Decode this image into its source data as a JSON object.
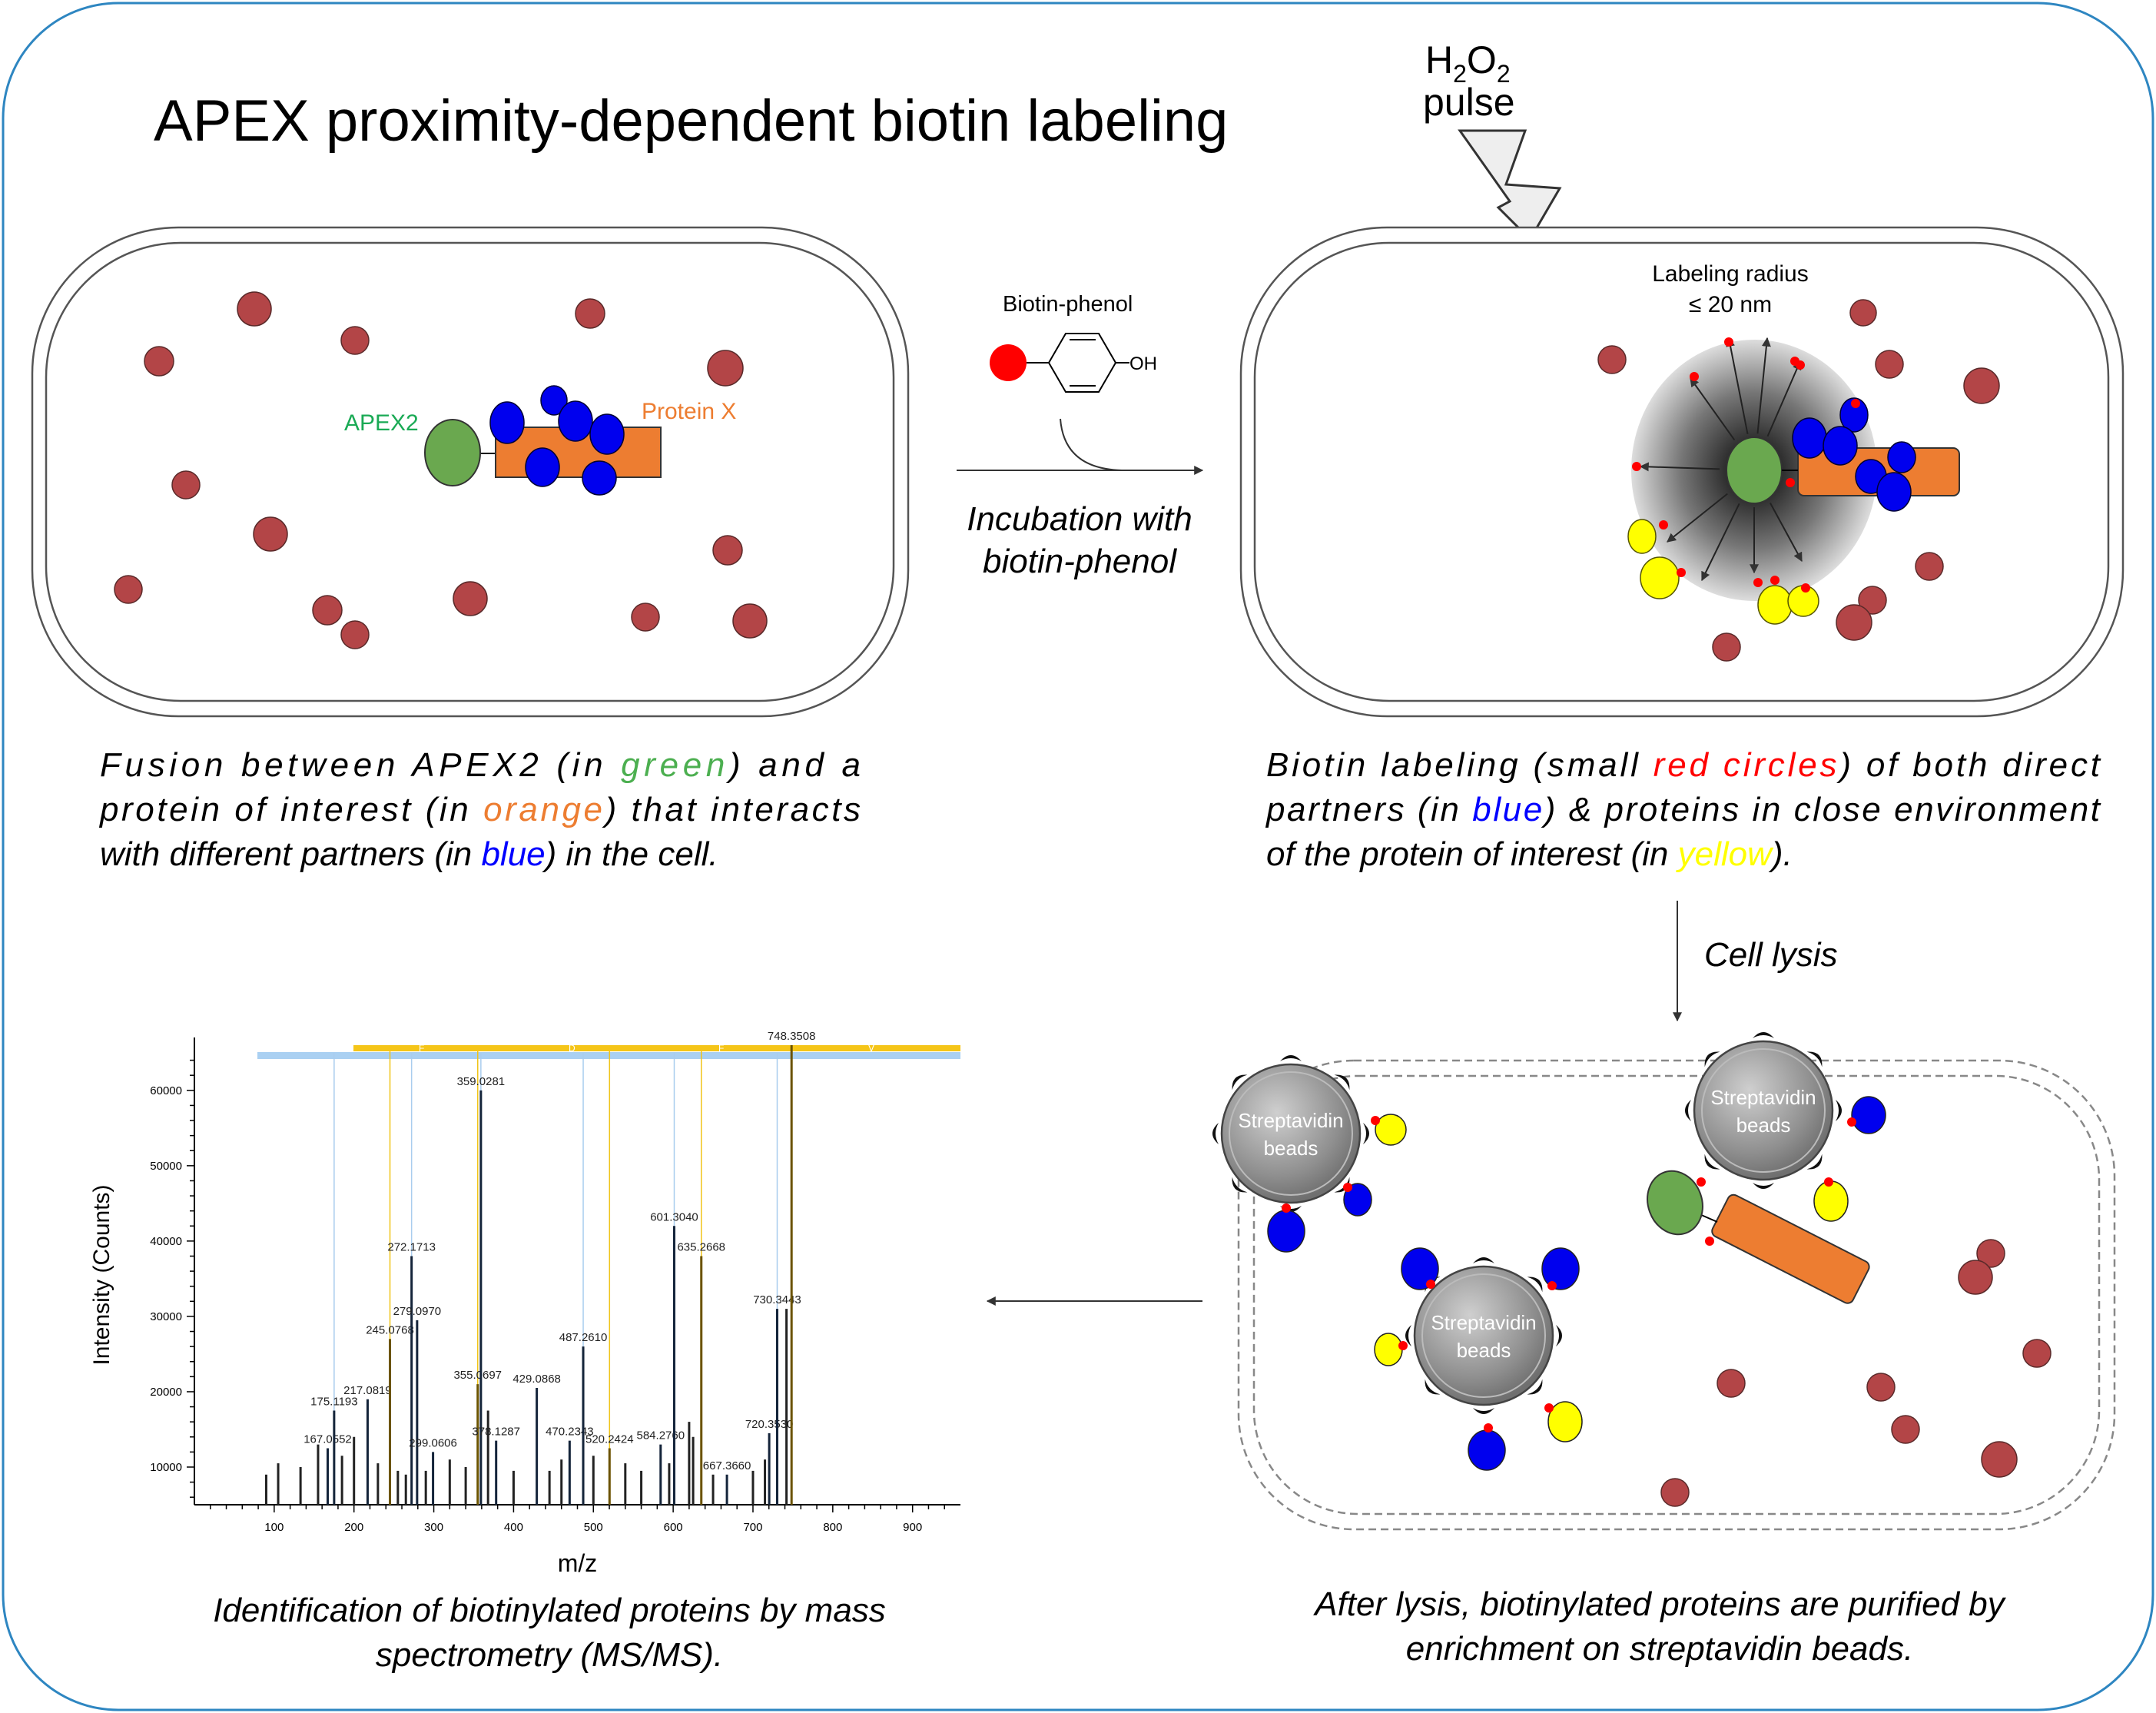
{
  "title": "APEX proximity-dependent biotin labeling",
  "h2o2": {
    "h": "H",
    "sub2a": "2",
    "o": "O",
    "sub2b": "2",
    "pulse": "pulse"
  },
  "panel1": {
    "apex_label": "APEX2",
    "protein_label": "Protein X",
    "caption": [
      [
        {
          "t": "Fusion between APEX2 (in "
        },
        {
          "t": "green",
          "c": "green"
        },
        {
          "t": ") and a"
        }
      ],
      [
        {
          "t": "protein of interest (in "
        },
        {
          "t": "orange",
          "c": "orange"
        },
        {
          "t": ") that interacts"
        }
      ],
      [
        {
          "t": "with different partners (in "
        },
        {
          "t": "blue",
          "c": "blue"
        },
        {
          "t": ") in the cell."
        }
      ]
    ]
  },
  "step_incubation": {
    "reagent": "Biotin-phenol",
    "oh": "OH",
    "line1": "Incubation with",
    "line2": "biotin-phenol"
  },
  "panel2": {
    "radius_line1": "Labeling radius",
    "radius_line2": "≤ 20 nm",
    "caption": [
      [
        {
          "t": "Biotin labeling (small "
        },
        {
          "t": "red circles",
          "c": "red"
        },
        {
          "t": ") of both direct"
        }
      ],
      [
        {
          "t": "partners (in "
        },
        {
          "t": "blue",
          "c": "blue"
        },
        {
          "t": ") & proteins in close environment"
        }
      ],
      [
        {
          "t": "of the protein of interest (in "
        },
        {
          "t": "yellow",
          "c": "yellow"
        },
        {
          "t": ")."
        }
      ]
    ]
  },
  "step_lysis": "Cell lysis",
  "panel3": {
    "bead_line1": "Streptavidin",
    "bead_line2": "beads",
    "caption_line1": "After lysis, biotinylated proteins are purified by",
    "caption_line2": "enrichment on streptavidin beads."
  },
  "panel4": {
    "caption_line1": "Identification of biotinylated proteins by mass",
    "caption_line2": "spectrometry (MS/MS)."
  },
  "colors": {
    "green": "#6aa84f",
    "orange": "#ed7d31",
    "blue": "#0000ee",
    "yellow": "#ffff00",
    "red": "#ff0000",
    "brown": "#b34547",
    "bead": "#9a9a9a",
    "frame": "#2e86c1",
    "caption_green": "#4caf50",
    "caption_orange": "#ed7d31",
    "caption_blue": "#0000ff",
    "caption_red": "#ff0000",
    "caption_yellow": "#ffff00"
  },
  "chart_data": {
    "type": "bar",
    "title": "",
    "xlabel": "m/z",
    "ylabel": "Intensity (Counts)",
    "xlim": [
      0,
      960
    ],
    "ylim": [
      5000,
      66000
    ],
    "x_ticks": [
      100,
      200,
      300,
      400,
      500,
      600,
      700,
      800,
      900
    ],
    "y_ticks": [
      10000,
      20000,
      30000,
      40000,
      50000,
      60000
    ],
    "labeled_peaks": [
      {
        "label": "167.0552",
        "mz": 167.0552,
        "intensity": 12500
      },
      {
        "label": "175.1193",
        "mz": 175.1193,
        "intensity": 17500
      },
      {
        "label": "217.0819",
        "mz": 217.0819,
        "intensity": 19000
      },
      {
        "label": "245.0768",
        "mz": 245.0768,
        "intensity": 27000
      },
      {
        "label": "272.1713",
        "mz": 272.1713,
        "intensity": 38000
      },
      {
        "label": "279.0970",
        "mz": 279.097,
        "intensity": 29500
      },
      {
        "label": "299.0606",
        "mz": 299.0606,
        "intensity": 12000
      },
      {
        "label": "355.0697",
        "mz": 355.0697,
        "intensity": 21000
      },
      {
        "label": "359.0281",
        "mz": 359.0281,
        "intensity": 60000
      },
      {
        "label": "378.1287",
        "mz": 378.1287,
        "intensity": 13500
      },
      {
        "label": "429.0868",
        "mz": 429.0868,
        "intensity": 20500
      },
      {
        "label": "470.2343",
        "mz": 470.2343,
        "intensity": 13500
      },
      {
        "label": "487.2610",
        "mz": 487.261,
        "intensity": 26000
      },
      {
        "label": "520.2424",
        "mz": 520.2424,
        "intensity": 12500
      },
      {
        "label": "584.2760",
        "mz": 584.276,
        "intensity": 13000
      },
      {
        "label": "601.3040",
        "mz": 601.304,
        "intensity": 42000
      },
      {
        "label": "635.2668",
        "mz": 635.2668,
        "intensity": 38000
      },
      {
        "label": "667.3660",
        "mz": 667.366,
        "intensity": 9000
      },
      {
        "label": "720.3530",
        "mz": 720.353,
        "intensity": 14500
      },
      {
        "label": "730.3443",
        "mz": 730.3443,
        "intensity": 31000
      },
      {
        "label": "748.3508",
        "mz": 748.3508,
        "intensity": 66000
      }
    ],
    "minor_peaks": [
      {
        "mz": 90,
        "intensity": 9000
      },
      {
        "mz": 105,
        "intensity": 10500
      },
      {
        "mz": 133,
        "intensity": 10000
      },
      {
        "mz": 155,
        "intensity": 13000
      },
      {
        "mz": 185,
        "intensity": 11500
      },
      {
        "mz": 200,
        "intensity": 14000
      },
      {
        "mz": 230,
        "intensity": 10500
      },
      {
        "mz": 255,
        "intensity": 9500
      },
      {
        "mz": 265,
        "intensity": 9000
      },
      {
        "mz": 290,
        "intensity": 9500
      },
      {
        "mz": 320,
        "intensity": 11000
      },
      {
        "mz": 340,
        "intensity": 10000
      },
      {
        "mz": 368,
        "intensity": 17500
      },
      {
        "mz": 400,
        "intensity": 9500
      },
      {
        "mz": 445,
        "intensity": 9500
      },
      {
        "mz": 460,
        "intensity": 11000
      },
      {
        "mz": 500,
        "intensity": 11500
      },
      {
        "mz": 540,
        "intensity": 10500
      },
      {
        "mz": 560,
        "intensity": 9500
      },
      {
        "mz": 595,
        "intensity": 10500
      },
      {
        "mz": 620,
        "intensity": 16000
      },
      {
        "mz": 625,
        "intensity": 14000
      },
      {
        "mz": 650,
        "intensity": 9000
      },
      {
        "mz": 700,
        "intensity": 9500
      },
      {
        "mz": 715,
        "intensity": 11000
      },
      {
        "mz": 742,
        "intensity": 31000
      }
    ],
    "fragment_lines_blue": [
      175.1193,
      272.1713,
      359.0281,
      487.261,
      601.304,
      730.3443
    ],
    "fragment_lines_yellow": [
      245.0768,
      355.0697,
      520.2424,
      635.2668,
      748.3508
    ],
    "sequence_bar_letters": [
      "F",
      "D",
      "F",
      "V",
      "I"
    ]
  }
}
